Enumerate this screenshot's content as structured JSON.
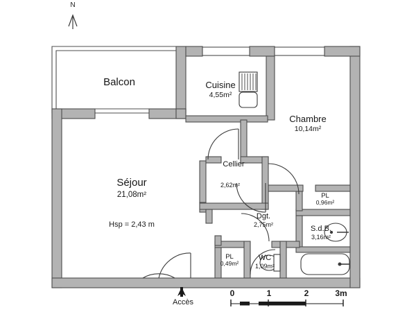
{
  "plan": {
    "title_north": "N",
    "access_label": "Accès",
    "ceiling_note": "Hsp = 2,43 m",
    "rooms": [
      {
        "name": "Balcon",
        "area": "",
        "unit": ""
      },
      {
        "name": "Cuisine",
        "area": "4,55",
        "unit": "m²"
      },
      {
        "name": "Chambre",
        "area": "10,14",
        "unit": "m²"
      },
      {
        "name": "Séjour",
        "area": "21,08",
        "unit": "m²"
      },
      {
        "name": "Cellier",
        "area": "2,62",
        "unit": "m²"
      },
      {
        "name": "Dgt.",
        "area": "2,75",
        "unit": "m²"
      },
      {
        "name": "PL",
        "area": "0,96",
        "unit": "m²"
      },
      {
        "name": "S.d.B.",
        "area": "3,16",
        "unit": "m²"
      },
      {
        "name": "PL",
        "area": "0,49",
        "unit": "m²"
      },
      {
        "name": "WC",
        "area": "1,09",
        "unit": "m²"
      }
    ],
    "scale": {
      "ticks": [
        "0",
        "1",
        "2",
        "3m"
      ]
    },
    "colors": {
      "wall_fill": "#b3b3b3",
      "wall_stroke": "#4d4d4d",
      "thin_stroke": "#4d4d4d",
      "text": "#161616",
      "background": "#ffffff"
    }
  }
}
